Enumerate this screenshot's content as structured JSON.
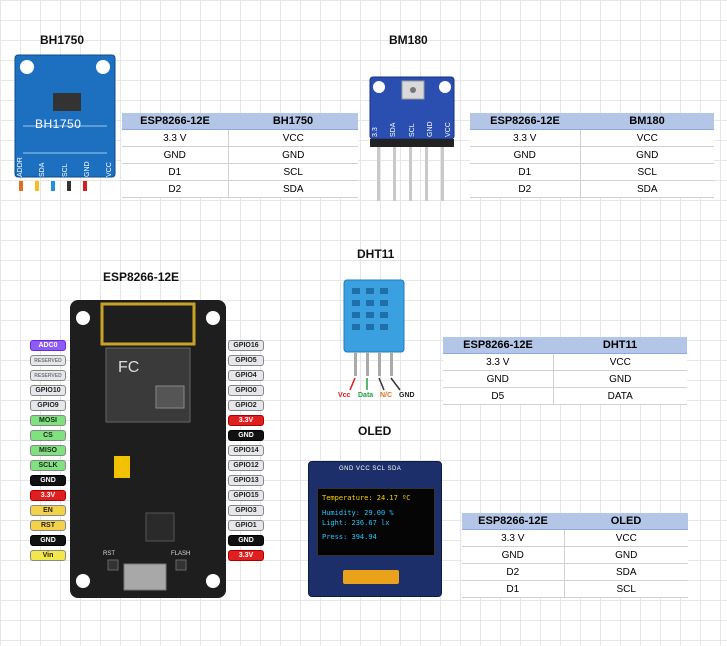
{
  "titles": {
    "bh1750": "BH1750",
    "bm180": "BM180",
    "dht11": "DHT11",
    "esp": "ESP8266-12E",
    "oled": "OLED"
  },
  "tables": {
    "bh1750": {
      "headers": [
        "ESP8266-12E",
        "BH1750"
      ],
      "rows": [
        [
          "3.3 V",
          "VCC"
        ],
        [
          "GND",
          "GND"
        ],
        [
          "D1",
          "SCL"
        ],
        [
          "D2",
          "SDA"
        ]
      ]
    },
    "bm180": {
      "headers": [
        "ESP8266-12E",
        "BM180"
      ],
      "rows": [
        [
          "3.3 V",
          "VCC"
        ],
        [
          "GND",
          "GND"
        ],
        [
          "D1",
          "SCL"
        ],
        [
          "D2",
          "SDA"
        ]
      ]
    },
    "dht11": {
      "headers": [
        "ESP8266-12E",
        "DHT11"
      ],
      "rows": [
        [
          "3.3 V",
          "VCC"
        ],
        [
          "GND",
          "GND"
        ],
        [
          "D5",
          "DATA"
        ]
      ]
    },
    "oled": {
      "headers": [
        "ESP8266-12E",
        "OLED"
      ],
      "rows": [
        [
          "3.3 V",
          "VCC"
        ],
        [
          "GND",
          "GND"
        ],
        [
          "D2",
          "SDA"
        ],
        [
          "D1",
          "SCL"
        ]
      ]
    }
  },
  "bh1750_module": {
    "chip_label": "BH1750",
    "pins": [
      "ADDR",
      "SDA",
      "SCL",
      "GND",
      "VCC"
    ]
  },
  "bm180_module": {
    "pins": [
      "3.3",
      "SDA",
      "SCL",
      "GND",
      "VCC"
    ]
  },
  "dht11_module": {
    "pins": [
      "Vcc",
      "Data",
      "N/C",
      "GND"
    ]
  },
  "oled_module": {
    "header_pins": "GND VCC SCL SDA",
    "lines": [
      "Temperature: 24.17 ºC",
      "Humidity: 29.00 %",
      "Light: 236.67 lx",
      "Press: 394.94"
    ]
  },
  "esp_module": {
    "left_pins": [
      "ADC0",
      "RESERVED",
      "RESERVED",
      "GPIO10",
      "GPIO9",
      "MOSI",
      "CS",
      "MISO",
      "SCLK",
      "GND",
      "3.3V",
      "EN",
      "RST",
      "GND",
      "Vin"
    ],
    "right_pins": [
      "GPIO16",
      "GPIO5",
      "GPIO4",
      "GPIO0",
      "GPIO2",
      "3.3V",
      "GND",
      "GPIO14",
      "GPIO12",
      "GPIO13",
      "GPIO15",
      "GPIO3",
      "GPIO1",
      "GND",
      "3.3V"
    ],
    "board_labels": {
      "rst": "RST",
      "flash": "FLASH"
    }
  },
  "colors": {
    "table_header": "#b4c6e7",
    "pcb_blue": "#1f5fa8",
    "pcb_dark": "#222222",
    "oled_yellow": "#f5d000",
    "oled_cyan": "#22c7ff"
  }
}
